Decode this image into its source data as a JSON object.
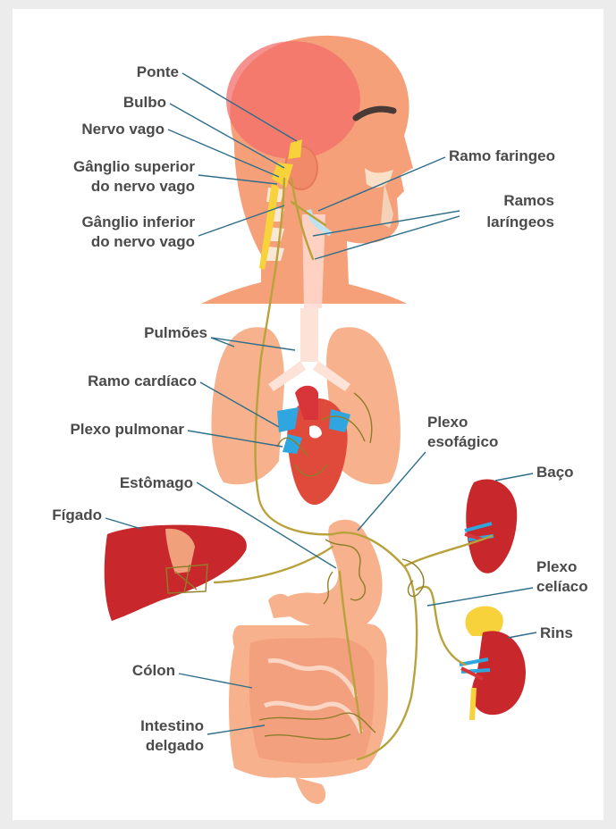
{
  "colors": {
    "skin": "#f6a07a",
    "organ": "#f7b18c",
    "organ_dark": "#ee8f69",
    "red_organ": "#c8282c",
    "nerve": "#b8a23c",
    "ganglion": "#f7d23a",
    "vessel_blue": "#2fa6e0",
    "leader": "#2e6e8a",
    "label": "#4a4a4a"
  },
  "labels": {
    "ponte": "Ponte",
    "bulbo": "Bulbo",
    "nervo_vago": "Nervo vago",
    "ganglio_superior_1": "Gânglio superior",
    "ganglio_superior_2": "do nervo vago",
    "ganglio_inferior_1": "Gânglio inferior",
    "ganglio_inferior_2": "do nervo vago",
    "ramo_faringeo": "Ramo faringeo",
    "ramos_laringeos_1": "Ramos",
    "ramos_laringeos_2": "laríngeos",
    "pulmoes": "Pulmões",
    "ramo_cardiaco": "Ramo cardíaco",
    "plexo_pulmonar": "Plexo pulmonar",
    "plexo_esofagico_1": "Plexo",
    "plexo_esofagico_2": "esofágico",
    "estomago": "Estômago",
    "baco": "Baço",
    "figado": "Fígado",
    "plexo_celiaco_1": "Plexo",
    "plexo_celiaco_2": "celíaco",
    "rins": "Rins",
    "colon": "Cólon",
    "intestino_delgado_1": "Intestino",
    "intestino_delgado_2": "delgado"
  }
}
